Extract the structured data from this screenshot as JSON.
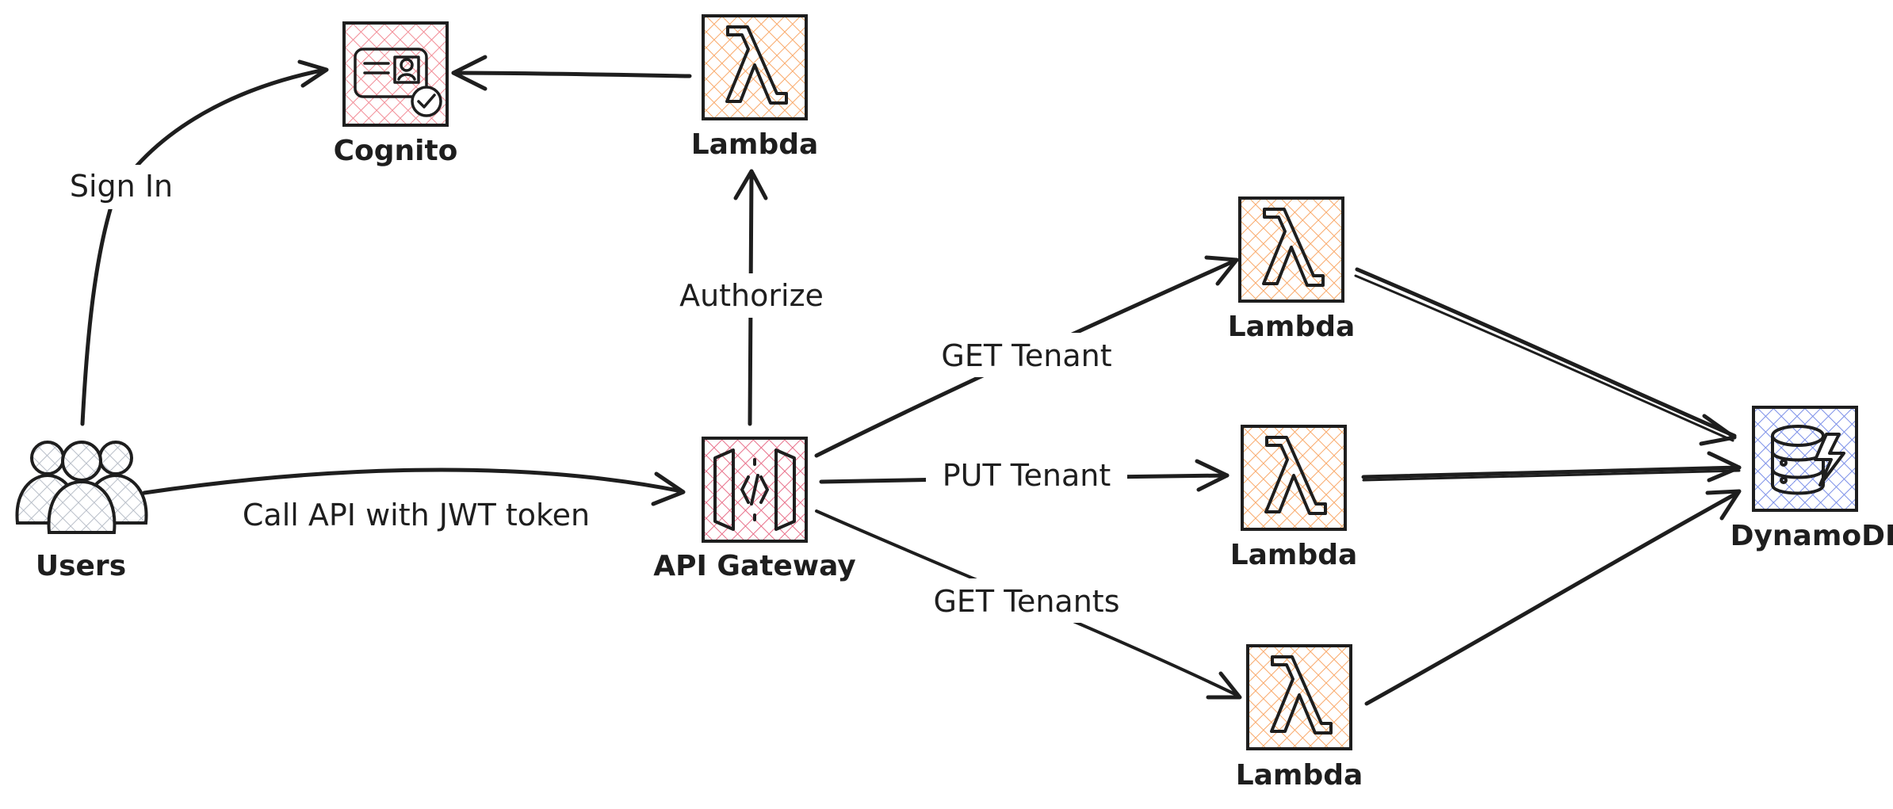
{
  "nodes": {
    "users": {
      "label": "Users"
    },
    "cognito": {
      "label": "Cognito"
    },
    "auth_lambda": {
      "label": "Lambda"
    },
    "api_gateway": {
      "label": "API Gateway"
    },
    "lambda_get_tenant": {
      "label": "Lambda"
    },
    "lambda_put_tenant": {
      "label": "Lambda"
    },
    "lambda_get_tenants": {
      "label": "Lambda"
    },
    "dynamodb": {
      "label": "DynamoDB"
    }
  },
  "edges": {
    "sign_in": {
      "label": "Sign In"
    },
    "call_api": {
      "label": "Call API with JWT token"
    },
    "authorize": {
      "label": "Authorize"
    },
    "get_tenant": {
      "label": "GET Tenant"
    },
    "put_tenant": {
      "label": "PUT Tenant"
    },
    "get_tenants": {
      "label": "GET Tenants"
    }
  },
  "colors": {
    "lambda_fill": "#f9a96a",
    "cognito_fill": "#f28c96",
    "gateway_fill": "#e8708a",
    "dynamodb_fill": "#7b8fe8",
    "users_fill": "#b8bec8",
    "stroke": "#1e1e1e"
  },
  "icons": {
    "users": "users-group-icon",
    "cognito": "identity-card-check-icon",
    "lambda": "lambda-icon",
    "api_gateway": "api-gateway-icon",
    "dynamodb": "database-lightning-icon"
  }
}
